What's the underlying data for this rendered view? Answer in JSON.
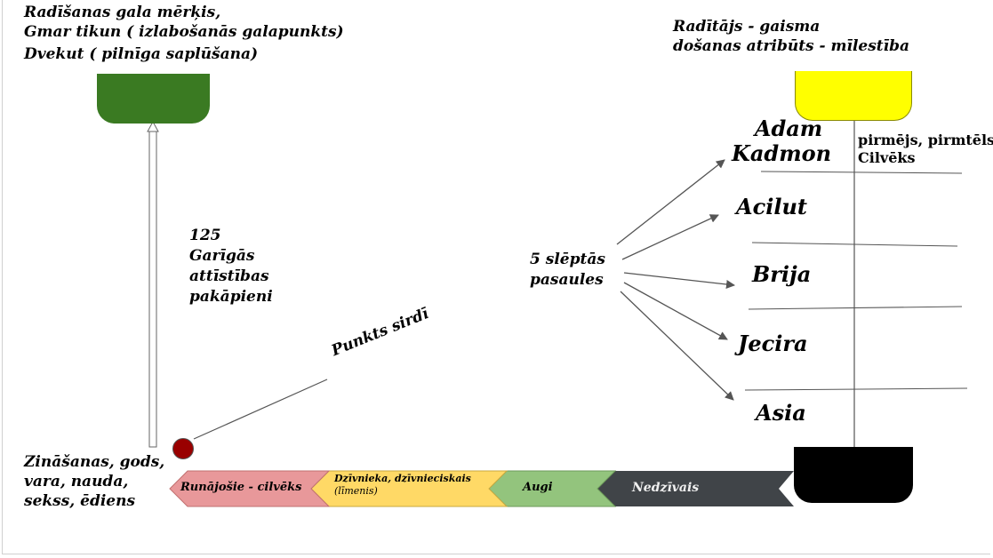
{
  "left_top": {
    "line1": "Radīšanas gala mērķis,",
    "line2": "Gmar tikun ( izlabošanās galapunkts)",
    "line3": "Dvekut ( pilnīga saplūšana)"
  },
  "right_top": {
    "line1": "Radītājs - gaisma",
    "line2": "došanas atribūts - mīlestība"
  },
  "steps": {
    "line1": "125",
    "line2": "Garīgās",
    "line3": "attīstības",
    "line4": "pakāpieni"
  },
  "point_label": "Punkts sirdī",
  "desires": {
    "line1": "Zināšanas, gods,",
    "line2": "vara, nauda,",
    "line3": "sekss, ēdiens"
  },
  "hidden_worlds": {
    "line1": "5 slēptās",
    "line2": "pasaules"
  },
  "worlds": {
    "adam_line1": "Adam",
    "adam_line2": "Kadmon",
    "acilut": "Acilut",
    "brija": "Brija",
    "jecira": "Jecira",
    "asia": "Asia"
  },
  "first_man": {
    "line1": "pirmējs, pirmtēls",
    "line2": "Cilvēks"
  },
  "levels": {
    "speaking": "Runājošie - cilvēks",
    "animal_line1": "Dzīvnieka, dzīvnieciskais",
    "animal_line2": "(līmenis)",
    "plants": "Augi",
    "inanimate": "Nedzīvais"
  },
  "colors": {
    "green_cup": "#3a7a22",
    "yellow_cup": "#ffff00",
    "black_cup": "#000000",
    "red_point": "#990000",
    "speaking": "#e8989a",
    "animal": "#ffd966",
    "plants": "#93c47d",
    "inanimate": "#404448"
  }
}
